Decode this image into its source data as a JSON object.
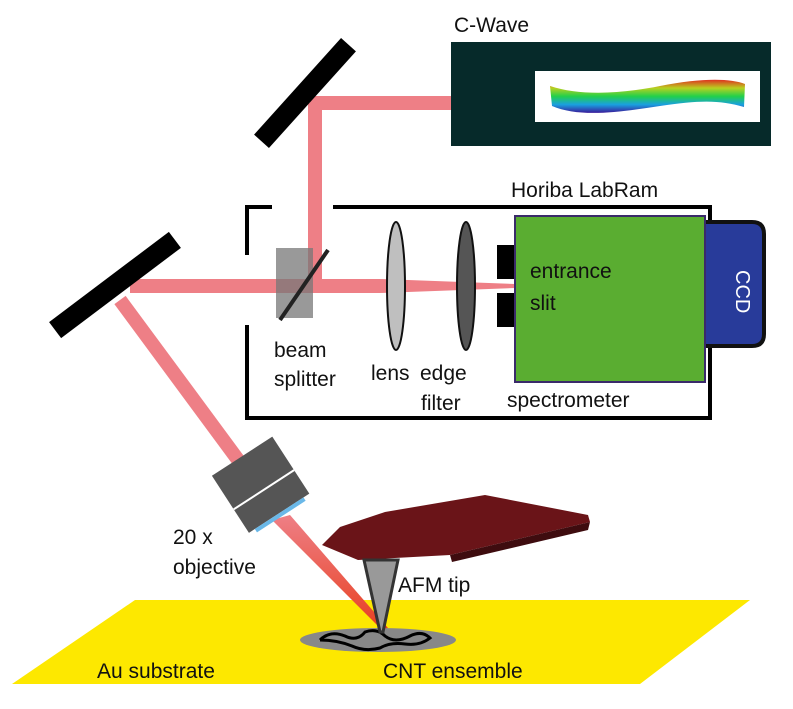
{
  "figure": {
    "labels": {
      "cwave": "C-Wave",
      "labram": "Horiba LabRam",
      "beam": "beam",
      "splitter": "splitter",
      "lens": "lens",
      "edge": "edge",
      "filter": "filter",
      "entrance": "entrance",
      "slit": "slit",
      "ccd": "CCD",
      "spectrometer": "spectrometer",
      "objective_mag": "20 x",
      "objective": "objective",
      "afm_tip": "AFM tip",
      "substrate": "Au substrate",
      "cnt": "CNT ensemble"
    },
    "colors": {
      "laser": "#ee7f86",
      "cwave_box": "#062a2a",
      "spectrometer": "#5aad31",
      "ccd": "#283b9a",
      "substrate": "#fde800",
      "cantilever": "#6a1418",
      "mirror": "#000000",
      "splitter_box": "#8a8a8a"
    }
  }
}
